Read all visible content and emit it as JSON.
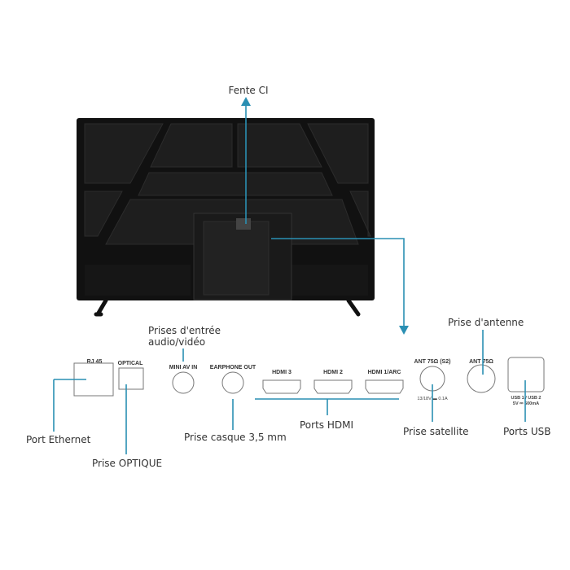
{
  "labels": {
    "ci_slot": "Fente CI",
    "av_input_line1": "Prises d'entrée",
    "av_input_line2": "audio/vidéo",
    "ethernet": "Port Ethernet",
    "optical": "Prise OPTIQUE",
    "headphone": "Prise casque 3,5 mm",
    "hdmi": "Ports HDMI",
    "satellite": "Prise satellite",
    "antenna": "Prise d'antenne",
    "usb": "Ports USB"
  },
  "ports": {
    "rj45": "RJ 45",
    "optical": "OPTICAL",
    "mini_av": "MINI AV IN",
    "earphone": "EARPHONE OUT",
    "hdmi3": "HDMI 3",
    "hdmi2": "HDMI 2",
    "hdmi1": "HDMI 1/ARC",
    "ant_s2": "ANT 75Ω (S2)",
    "ant_s2_spec": "13/18V ▬ 0.1A",
    "ant": "ANT 75Ω",
    "usb_line1": "USB 1 / USB 2",
    "usb_line2": "5V ⎓ 500mA"
  },
  "colors": {
    "accent": "#2a8fb3",
    "tv_body": "#111111"
  }
}
